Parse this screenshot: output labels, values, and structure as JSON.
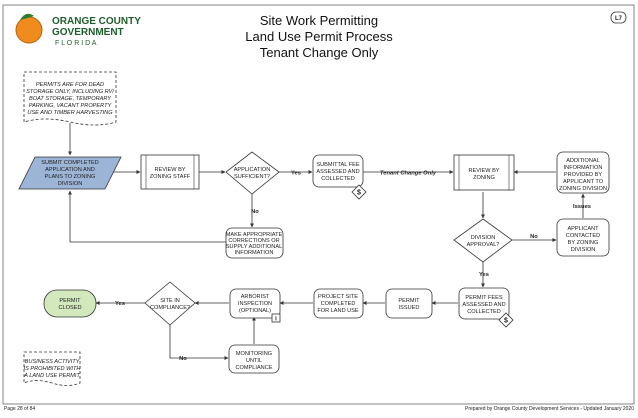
{
  "header": {
    "title_lines": [
      "Site Work Permitting",
      "Land Use Permit Process",
      "Tenant Change Only"
    ],
    "page_badge": "L7",
    "logo": {
      "line1": "ORANGE COUNTY",
      "line2": "GOVERNMENT",
      "line3": "F L O R I D A"
    }
  },
  "notes": {
    "permits_for": [
      "PERMITS ARE FOR DEAD",
      "STORAGE ONLY, INCLUDING RV/",
      "BOAT STORAGE, TEMPORARY",
      "PARKING, VACANT PROPERTY",
      "USE AND TIMBER HARVESTING"
    ],
    "business_activity": [
      "BUSINESS ACTIVITY",
      "IS PROHIBITED WITH",
      "A LAND USE PERMIT"
    ]
  },
  "nodes": {
    "submit": [
      "SUBMIT COMPLETED",
      "APPLICATION AND",
      "PLANS TO ZONING",
      "DIVISION"
    ],
    "review_staff": [
      "REVIEW BY",
      "ZONING STAFF"
    ],
    "app_sufficient": [
      "APPLICATION",
      "SUFFICIENT?"
    ],
    "fee_assessed": [
      "SUBMITTAL FEE",
      "ASSESSED AND",
      "COLLECTED"
    ],
    "review_zoning": [
      "REVIEW BY",
      "ZONING"
    ],
    "additional_info": [
      "ADDITIONAL",
      "INFORMATION",
      "PROVIDED BY",
      "APPLICANT TO",
      "ZONING DIVISION"
    ],
    "make_corrections": [
      "MAKE APPROPRIATE",
      "CORRECTIONS OR",
      "SUPPLY ADDITIONAL",
      "INFORMATION"
    ],
    "division_approval": [
      "DIVISION",
      "APPROVAL?"
    ],
    "applicant_contacted": [
      "APPLICANT",
      "CONTACTED",
      "BY ZONING",
      "DIVISION"
    ],
    "permit_fees": [
      "PERMIT FEES",
      "ASSESSED AND",
      "COLLECTED"
    ],
    "permit_issued": [
      "PERMIT",
      "ISSUED"
    ],
    "project_site": [
      "PROJECT SITE",
      "COMPLETED",
      "FOR LAND USE"
    ],
    "arborist": [
      "ARBORIST",
      "INSPECTION",
      "(OPTIONAL)"
    ],
    "site_compliance": [
      "SITE IN",
      "COMPLIANCE?"
    ],
    "permit_closed": [
      "PERMIT",
      "CLOSED"
    ],
    "monitoring": [
      "MONITORING",
      "UNTIL",
      "COMPLIANCE"
    ]
  },
  "edge_labels": {
    "yes_app": "Yes",
    "no_app": "No",
    "tenant_change": "Tenant Change Only",
    "issues": "Issues",
    "no_division": "No",
    "yes_division": "Yes",
    "yes_compliance": "Yes",
    "no_compliance": "No"
  },
  "markers": {
    "fee": "$",
    "info": "i"
  },
  "footer": {
    "left": "Page 28 of 84",
    "right": "Prepared by Orange County Development Services - Updated January 2020"
  },
  "colors": {
    "submit_fill": "#9cb4d6",
    "closed_fill": "#d3e8bd",
    "line": "#333333",
    "logo_orange": "#f08c1e",
    "logo_text": "#1f5e2c"
  }
}
